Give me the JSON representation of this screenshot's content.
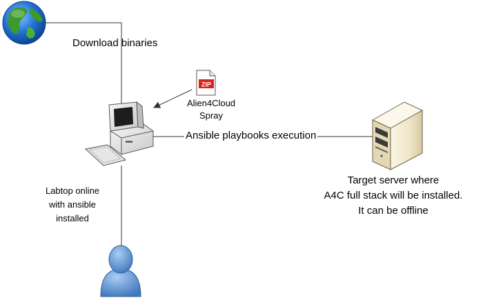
{
  "labels": {
    "download": "Download binaries",
    "archive": [
      "Alien4Cloud",
      "Spray"
    ],
    "ansible": "Ansible playbooks execution",
    "laptop": [
      "Labtop online",
      "with ansible",
      "installed"
    ],
    "target": [
      "Target server where",
      "A4C full stack will be installed.",
      "It can be offline"
    ]
  },
  "zip_badge": "ZIP",
  "icons": {
    "internet": "globe-icon",
    "archive": "zip-file-icon",
    "workstation": "desktop-computer-icon",
    "server": "tower-server-icon",
    "user": "user-icon"
  },
  "colors": {
    "connector": "#333333",
    "globe_ocean": "#1f6fd0",
    "globe_land": "#3c9a2e",
    "user": "#4f88c9",
    "zip_red": "#d9241b",
    "computer_body": "#e9e9e9",
    "server_body": "#f2ead2"
  }
}
